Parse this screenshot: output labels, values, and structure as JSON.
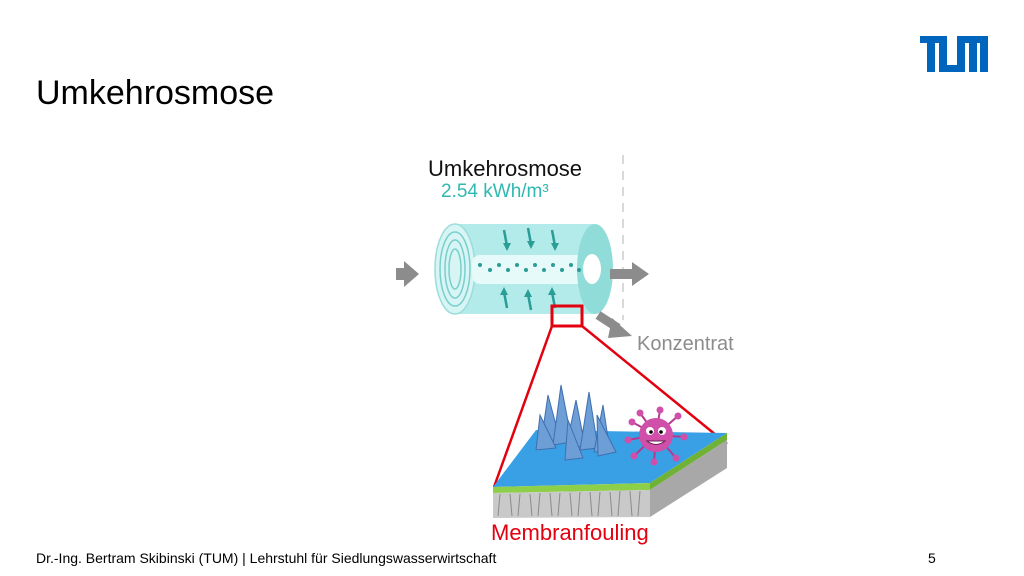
{
  "slide": {
    "title": "Umkehrosmose",
    "footer": "Dr.-Ing. Bertram Skibinski (TUM) | Lehrstuhl für Siedlungswasserwirtschaft",
    "page_number": "5"
  },
  "diagram": {
    "process_label": "Umkehrosmose",
    "energy_label": "2.54 kWh/m³",
    "concentrate_label": "Konzentrat",
    "fouling_label": "Membranfouling"
  },
  "colors": {
    "tum_blue": "#0065BD",
    "teal": "#2FB8B0",
    "membrane_light": "#B3EBEA",
    "gray_arrow": "#8C8C8C",
    "red": "#E3000F",
    "membrane_top": "#3AA0E6",
    "membrane_layer": "#8ECF4A"
  },
  "icons": [
    "tum-logo",
    "inflow-arrow-icon",
    "outflow-arrow-icon",
    "concentrate-arrow-icon",
    "crystal-icon",
    "bacterium-icon"
  ]
}
